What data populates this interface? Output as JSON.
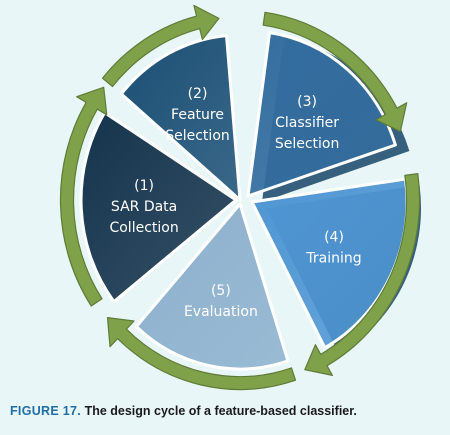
{
  "segments": [
    {
      "number": "(2)",
      "lines": [
        "Feature",
        "Selection"
      ],
      "color": "#1b4f75"
    },
    {
      "number": "(3)",
      "lines": [
        "Classifier",
        "Selection"
      ],
      "color": "#336d9f"
    },
    {
      "number": "(4)",
      "lines": [
        "Training"
      ],
      "color": "#4f96d4"
    },
    {
      "number": "(5)",
      "lines": [
        "Evaluation"
      ],
      "color": "#8cb0cd"
    },
    {
      "number": "(1)",
      "lines": [
        "SAR Data",
        "Collection"
      ],
      "color": "#15344d"
    }
  ],
  "caption": {
    "figure_label": "FIGURE 17.",
    "text": "The design cycle of a feature-based classifier."
  },
  "colors": {
    "arrow": "#7ea14a",
    "arrow_edge": "#5e7c36",
    "background": "#e9f6f8",
    "side": "#22506f"
  }
}
